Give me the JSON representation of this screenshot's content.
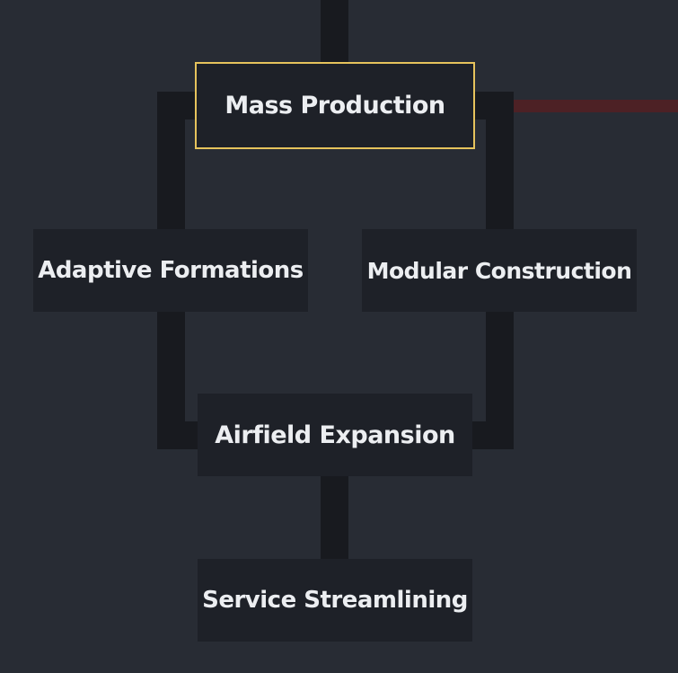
{
  "theme": {
    "background": "#282c34",
    "node_background": "#1e2128",
    "connector_color": "#181a1f",
    "unlocked_connector_color": "#4d2125",
    "selected_border_color": "#e6c35c",
    "text_color": "#eceef1"
  },
  "tech_tree": {
    "nodes": {
      "mass_production": {
        "label": "Mass Production",
        "selected": true
      },
      "adaptive_formations": {
        "label": "Adaptive Formations",
        "selected": false
      },
      "modular_construction": {
        "label": "Modular Construction",
        "selected": false
      },
      "airfield_expansion": {
        "label": "Airfield Expansion",
        "selected": false
      },
      "service_streamlining": {
        "label": "Service Streamlining",
        "selected": false
      }
    }
  }
}
